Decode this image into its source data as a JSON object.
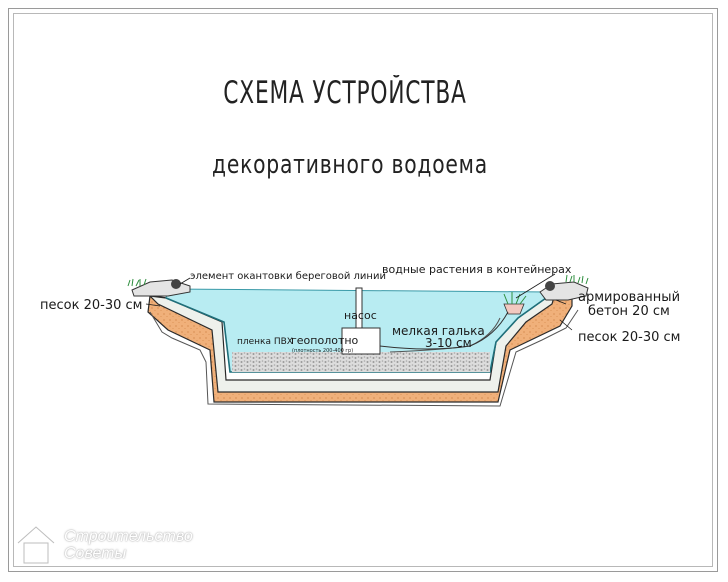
{
  "title": "СХЕМА УСТРОЙСТВА",
  "subtitle": "декоративного водоема",
  "labels": {
    "edge_element": "элемент окантовки береговой линии",
    "water_plants": "водные растения в контейнерах",
    "sand_left": "песок 20-30 см",
    "reinforced_concrete_line1": "армированный",
    "reinforced_concrete_line2": "бетон 20 см",
    "sand_right": "песок 20-30 см",
    "pump": "насос",
    "pvc_film": "пленка ПВХ",
    "geotextile": "геополотно",
    "geotextile_note": "(плотность 200-400 гр)",
    "pebbles_line1": "мелкая галька",
    "pebbles_line2": "3-10 см"
  },
  "watermark": {
    "line1": "Строительство",
    "line2": "Советы"
  },
  "colors": {
    "water": "#b8ecf2",
    "concrete": "#eef1ec",
    "sand": "#f0b07a",
    "gravel": "#d8d8d8",
    "outline": "#2a2a2a"
  }
}
